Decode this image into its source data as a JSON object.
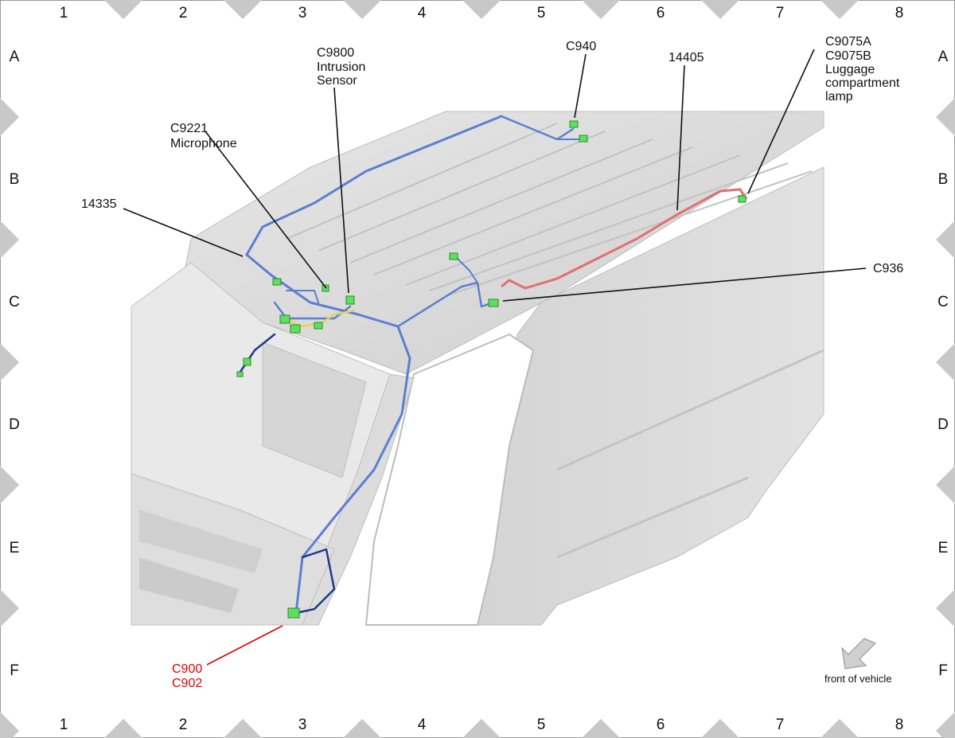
{
  "grid": {
    "columns": [
      "1",
      "2",
      "3",
      "4",
      "5",
      "6",
      "7",
      "8"
    ],
    "rows": [
      "A",
      "B",
      "C",
      "D",
      "E",
      "F"
    ]
  },
  "callouts": [
    {
      "id": "c940",
      "lines": [
        "C940"
      ],
      "color": "#111111"
    },
    {
      "id": "14405",
      "lines": [
        "14405"
      ],
      "color": "#111111"
    },
    {
      "id": "c9075",
      "lines": [
        "C9075A",
        "C9075B",
        "Luggage",
        "compartment",
        "lamp"
      ],
      "color": "#111111"
    },
    {
      "id": "c9800",
      "lines": [
        "C9800",
        "Intrusion",
        "Sensor"
      ],
      "color": "#111111"
    },
    {
      "id": "c9221",
      "lines": [
        "C9221",
        "Microphone"
      ],
      "color": "#111111"
    },
    {
      "id": "14335",
      "lines": [
        "14335"
      ],
      "color": "#111111"
    },
    {
      "id": "c936",
      "lines": [
        "C936"
      ],
      "color": "#111111"
    },
    {
      "id": "c900",
      "lines": [
        "C900",
        "C902"
      ],
      "color": "#e00000"
    }
  ],
  "legend": {
    "front_label": "front of vehicle"
  },
  "colors": {
    "harness_blue": "#5b7fd0",
    "harness_navy": "#1f3a8a",
    "harness_red": "#e07070",
    "harness_yellow": "#e6d44a",
    "connector_green": "#5ee05e",
    "body_gray": "#d9d9d9",
    "diamond_gray": "#c8c8c8"
  }
}
